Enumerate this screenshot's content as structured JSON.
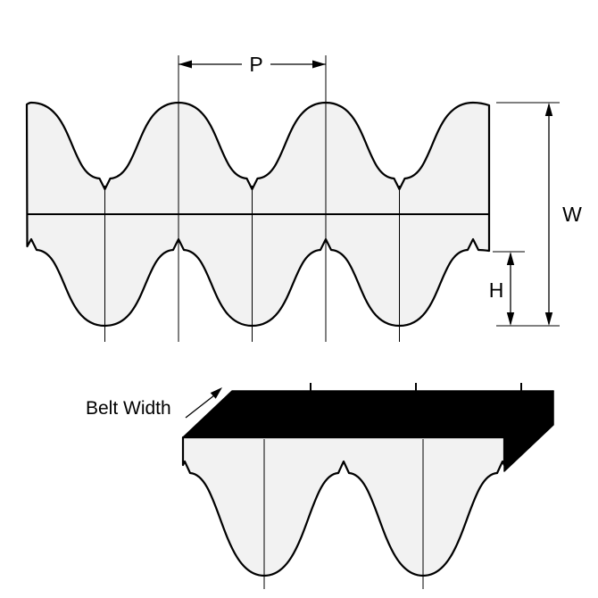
{
  "figure": {
    "labels": {
      "pitch": "P",
      "overall_width": "W",
      "tooth_height": "H",
      "belt_width": "Belt Width"
    },
    "colors": {
      "line": "#000000",
      "belt_fill": "#f2f2f2",
      "solid_face": "#000000",
      "background": "#ffffff"
    }
  }
}
